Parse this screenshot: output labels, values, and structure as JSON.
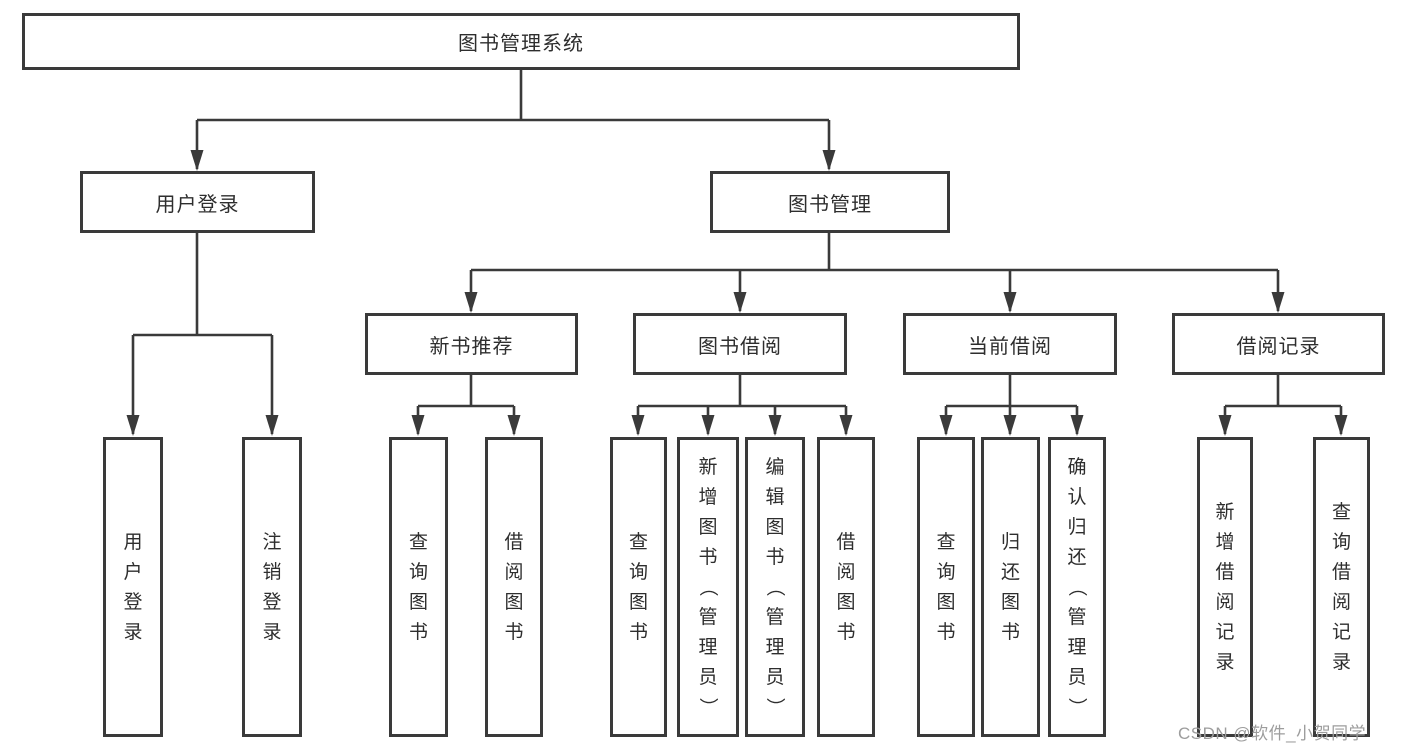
{
  "colors": {
    "line": "#3a3a3a",
    "border": "#3a3a3a",
    "text": "#2e2e2e",
    "background": "#ffffff",
    "watermark": "#9d9d9d"
  },
  "watermark": {
    "text": "CSDN @软件_小贺同学"
  },
  "nodes": {
    "root": "图书管理系统",
    "user_login": "用户登录",
    "book_mgmt": "图书管理",
    "new_books": "新书推荐",
    "book_borrow": "图书借阅",
    "current_borrow": "当前借阅",
    "borrow_records": "借阅记录",
    "leaves": {
      "user_login_1": "用户登录",
      "user_login_2": "注销登录",
      "new_books_1": "查询图书",
      "new_books_2": "借阅图书",
      "book_borrow_1": "查询图书",
      "book_borrow_2": "新增图书（管理员）",
      "book_borrow_3": "编辑图书（管理员）",
      "book_borrow_4": "借阅图书",
      "current_borrow_1": "查询图书",
      "current_borrow_2": "归还图书",
      "current_borrow_3": "确认归还（管理员）",
      "borrow_records_1": "新增借阅记录",
      "borrow_records_2": "查询借阅记录"
    }
  }
}
